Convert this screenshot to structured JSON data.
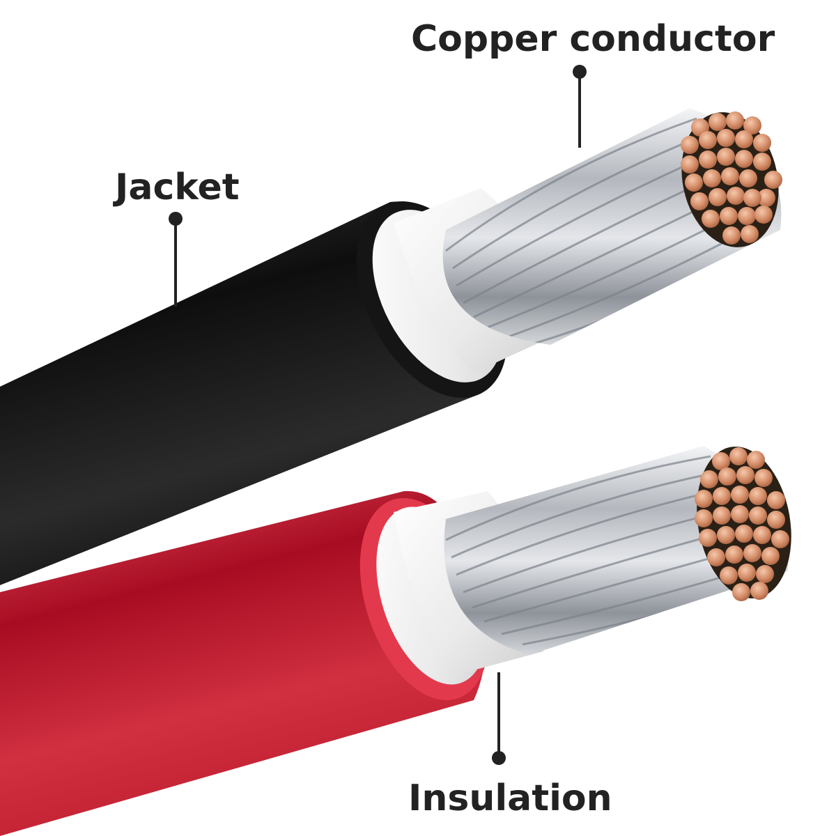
{
  "labels": {
    "copper_conductor": "Copper conductor",
    "jacket": "Jacket",
    "insulation": "Insulation"
  },
  "colors": {
    "background": "#ffffff",
    "label_text": "#222222",
    "black_jacket": "#1e1e1e",
    "red_jacket": "#b0102a",
    "insulation_white": "#f2f2f2",
    "aluminum_strand": "#c9ccd1",
    "copper_strand": "#d99a78"
  }
}
